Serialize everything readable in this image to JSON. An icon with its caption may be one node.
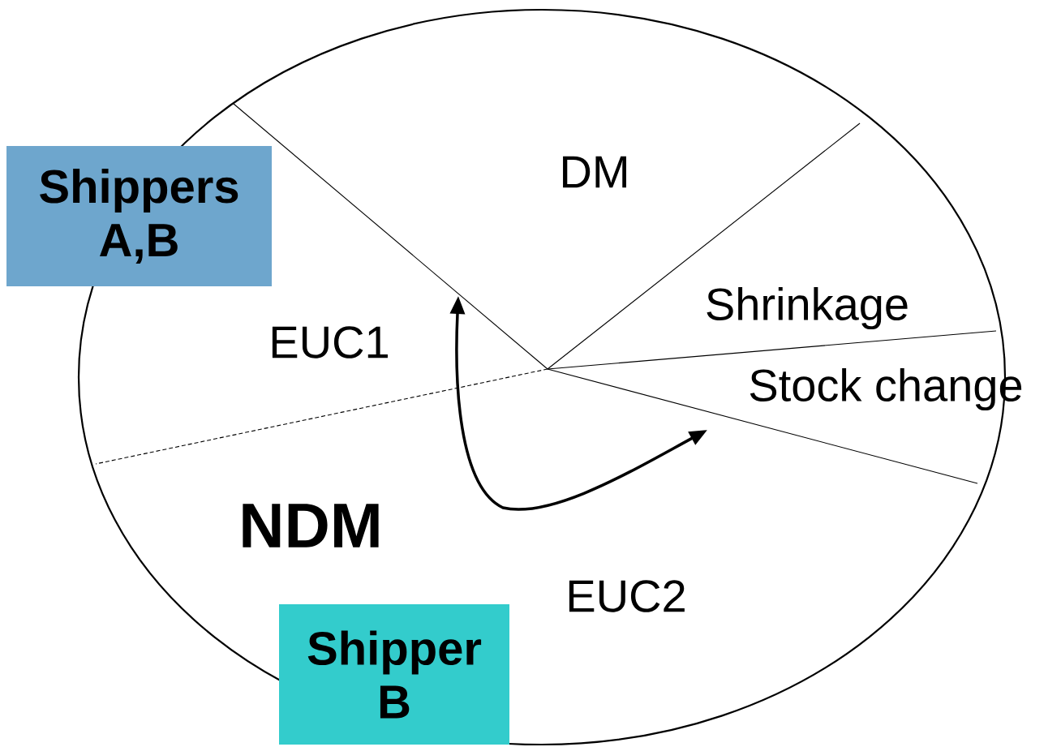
{
  "diagram": {
    "nodes": [
      {
        "text": [
          "Shippers A,B"
        ]
      },
      {
        "text": [
          "Shipper B"
        ]
      }
    ],
    "labels": [
      "DM",
      "Shrinkage",
      "EUC1",
      "Stock change",
      "NDM",
      "EUC2"
    ]
  }
}
